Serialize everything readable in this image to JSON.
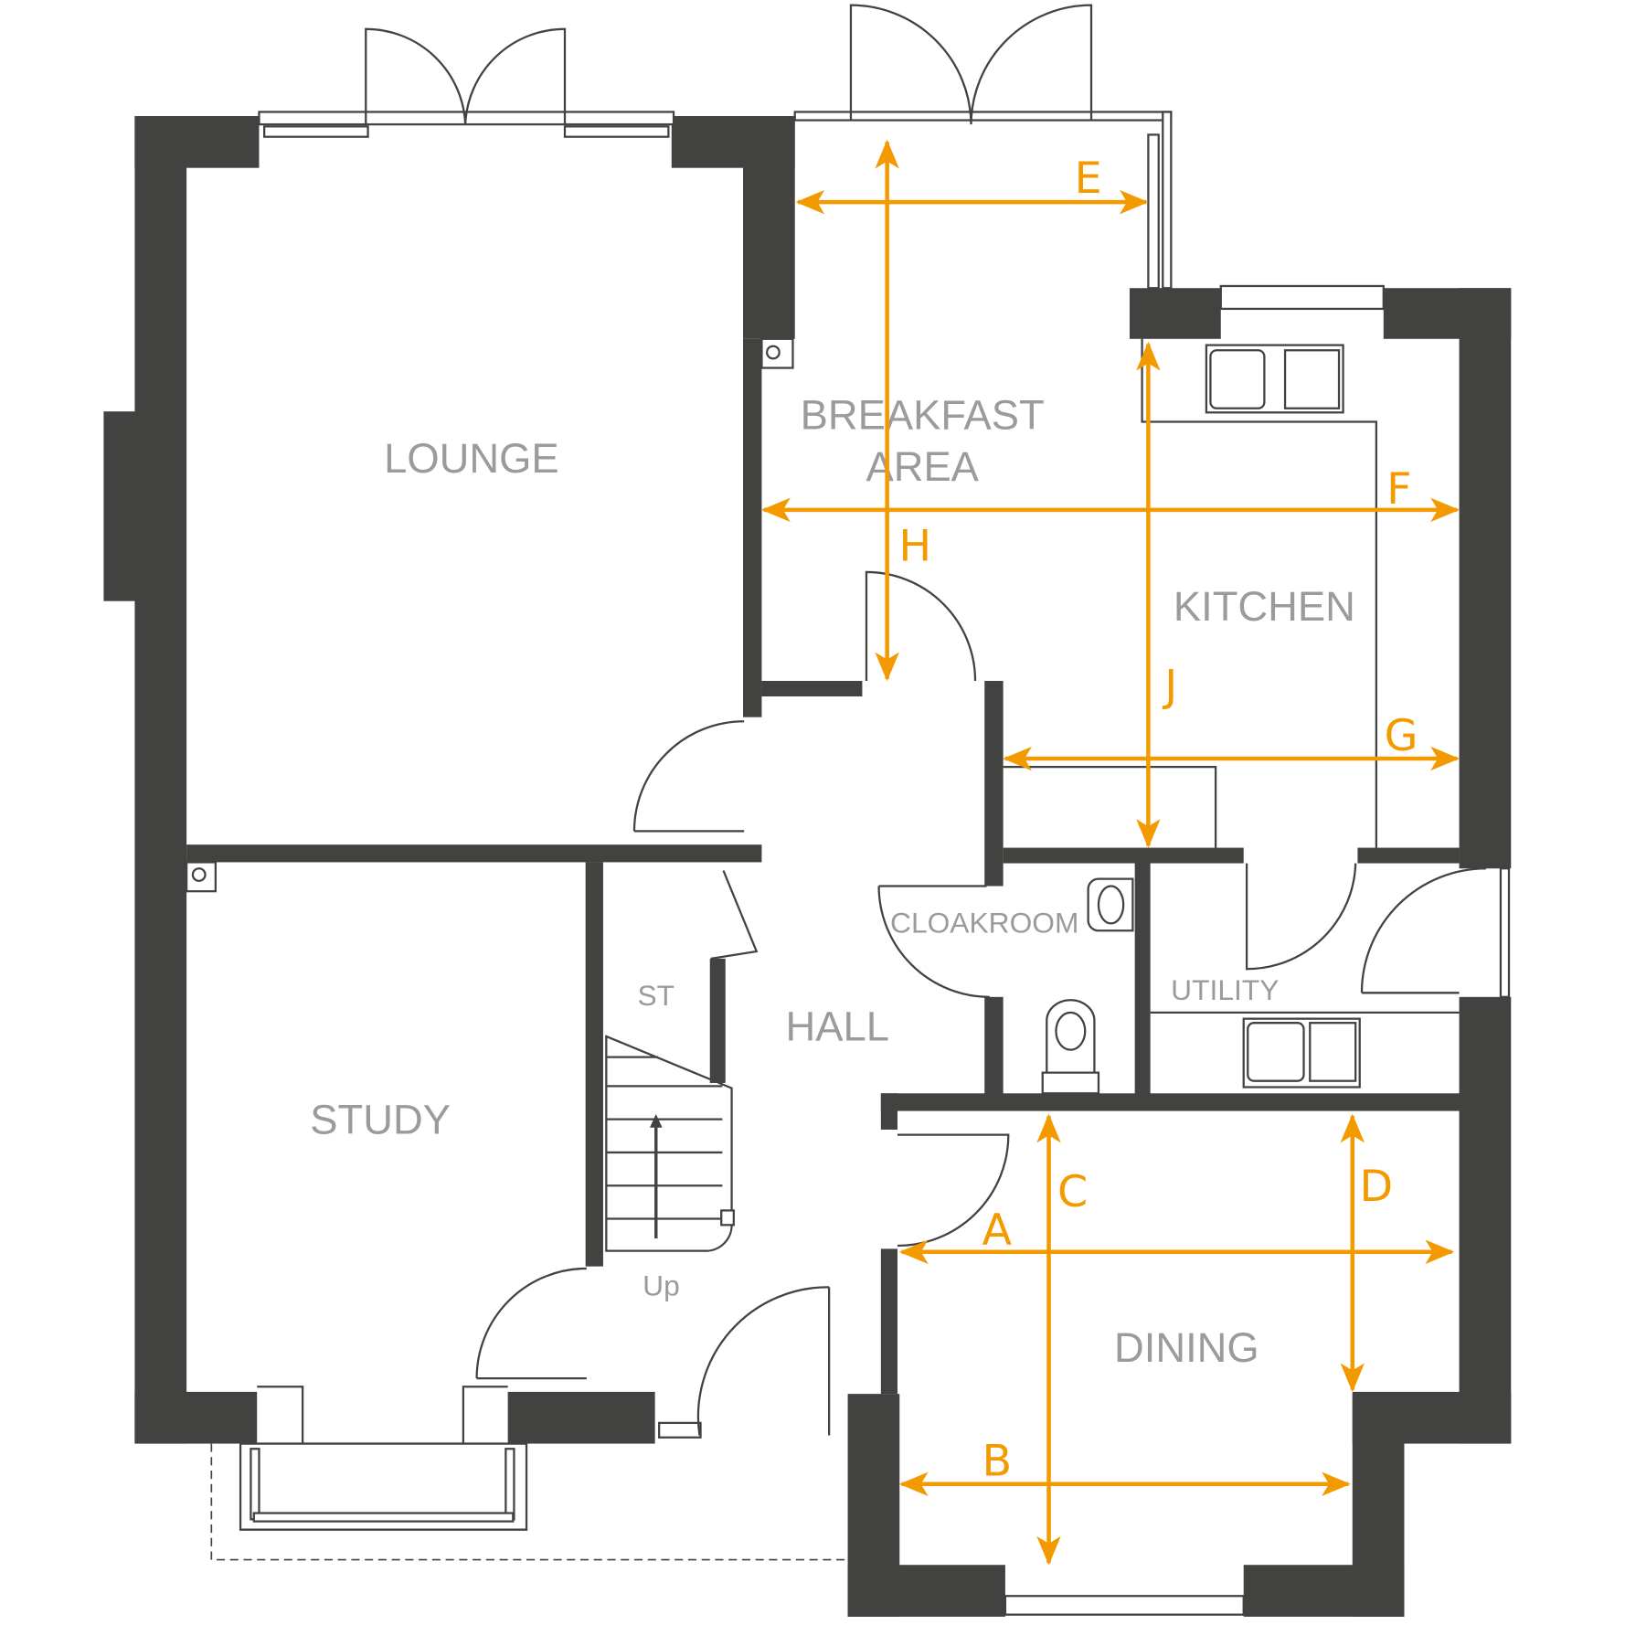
{
  "plan": {
    "rooms": {
      "lounge": "LOUNGE",
      "breakfast_1": "BREAKFAST",
      "breakfast_2": "AREA",
      "kitchen": "KITCHEN",
      "cloakroom": "CLOAKROOM",
      "utility": "UTILITY",
      "hall": "HALL",
      "store": "ST",
      "study": "STUDY",
      "stairs_up": "Up",
      "dining": "DINING"
    },
    "dimensions": {
      "A": "A",
      "B": "B",
      "C": "C",
      "D": "D",
      "E": "E",
      "F": "F",
      "G": "G",
      "H": "H",
      "J": "J"
    }
  },
  "colors": {
    "wall": "#424241",
    "dimension": "#F39A00",
    "label": "#9b9b9b"
  }
}
